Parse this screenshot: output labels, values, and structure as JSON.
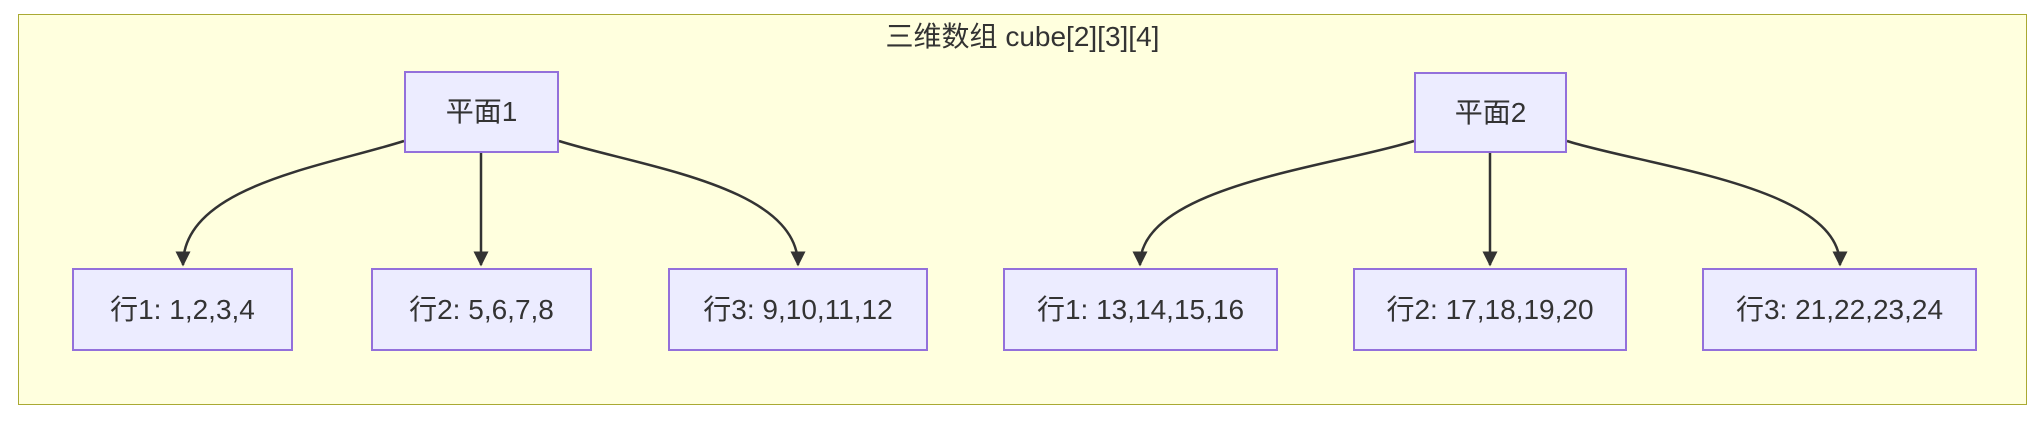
{
  "diagram": {
    "title": "三维数组 cube[2][3][4]",
    "colors": {
      "cluster_fill": "#ffffde",
      "cluster_border": "#aaaa33",
      "node_fill": "#ececff",
      "node_border": "#9370db",
      "edge": "#333333",
      "text": "#333333"
    },
    "planes": [
      {
        "label": "平面1",
        "rows": [
          {
            "label": "行1: 1,2,3,4"
          },
          {
            "label": "行2: 5,6,7,8"
          },
          {
            "label": "行3: 9,10,11,12"
          }
        ]
      },
      {
        "label": "平面2",
        "rows": [
          {
            "label": "行1: 13,14,15,16"
          },
          {
            "label": "行2: 17,18,19,20"
          },
          {
            "label": "行3: 21,22,23,24"
          }
        ]
      }
    ]
  }
}
